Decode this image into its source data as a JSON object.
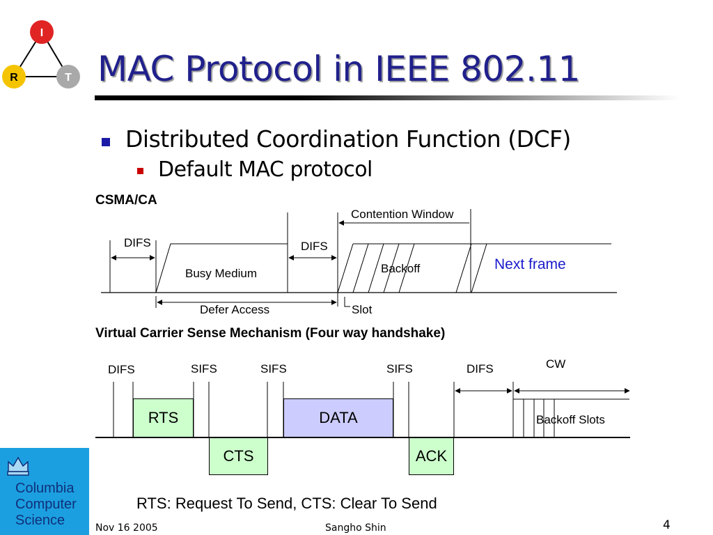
{
  "title": "MAC Protocol in IEEE 802.11",
  "bullets": {
    "level1": "Distributed Coordination Function (DCF)",
    "level2": "Default MAC protocol"
  },
  "logo": {
    "top": "I",
    "left": "R",
    "right": "T"
  },
  "csma": {
    "heading": "CSMA/CA",
    "difs_left": "DIFS",
    "busy": "Busy Medium",
    "difs_right": "DIFS",
    "contention": "Contention Window",
    "backoff": "Backoff",
    "next_frame": "Next frame",
    "defer": "Defer Access",
    "slot": "Slot"
  },
  "vcs": {
    "heading": "Virtual Carrier Sense Mechanism (Four way handshake)",
    "difs1": "DIFS",
    "sifs1": "SIFS",
    "sifs2": "SIFS",
    "sifs3": "SIFS",
    "difs2": "DIFS",
    "cw": "CW",
    "rts": "RTS",
    "cts": "CTS",
    "data": "DATA",
    "ack": "ACK",
    "backoff_slots": "Backoff Slots"
  },
  "definitions": "RTS: Request To Send,  CTS: Clear To Send",
  "org": "Columbia\nComputer\nScience",
  "footer": {
    "date": "Nov 16 2005",
    "author": "Sangho Shin",
    "page": "4"
  },
  "colors": {
    "title": "#20208c",
    "logo_block": "#1c9fe0",
    "box_green": "#ccffcc",
    "box_lavender": "#ccccff",
    "node_i": "#e02424",
    "node_r": "#f5c400",
    "node_t": "#a9a9a9",
    "next_frame": "#1a1acc"
  }
}
